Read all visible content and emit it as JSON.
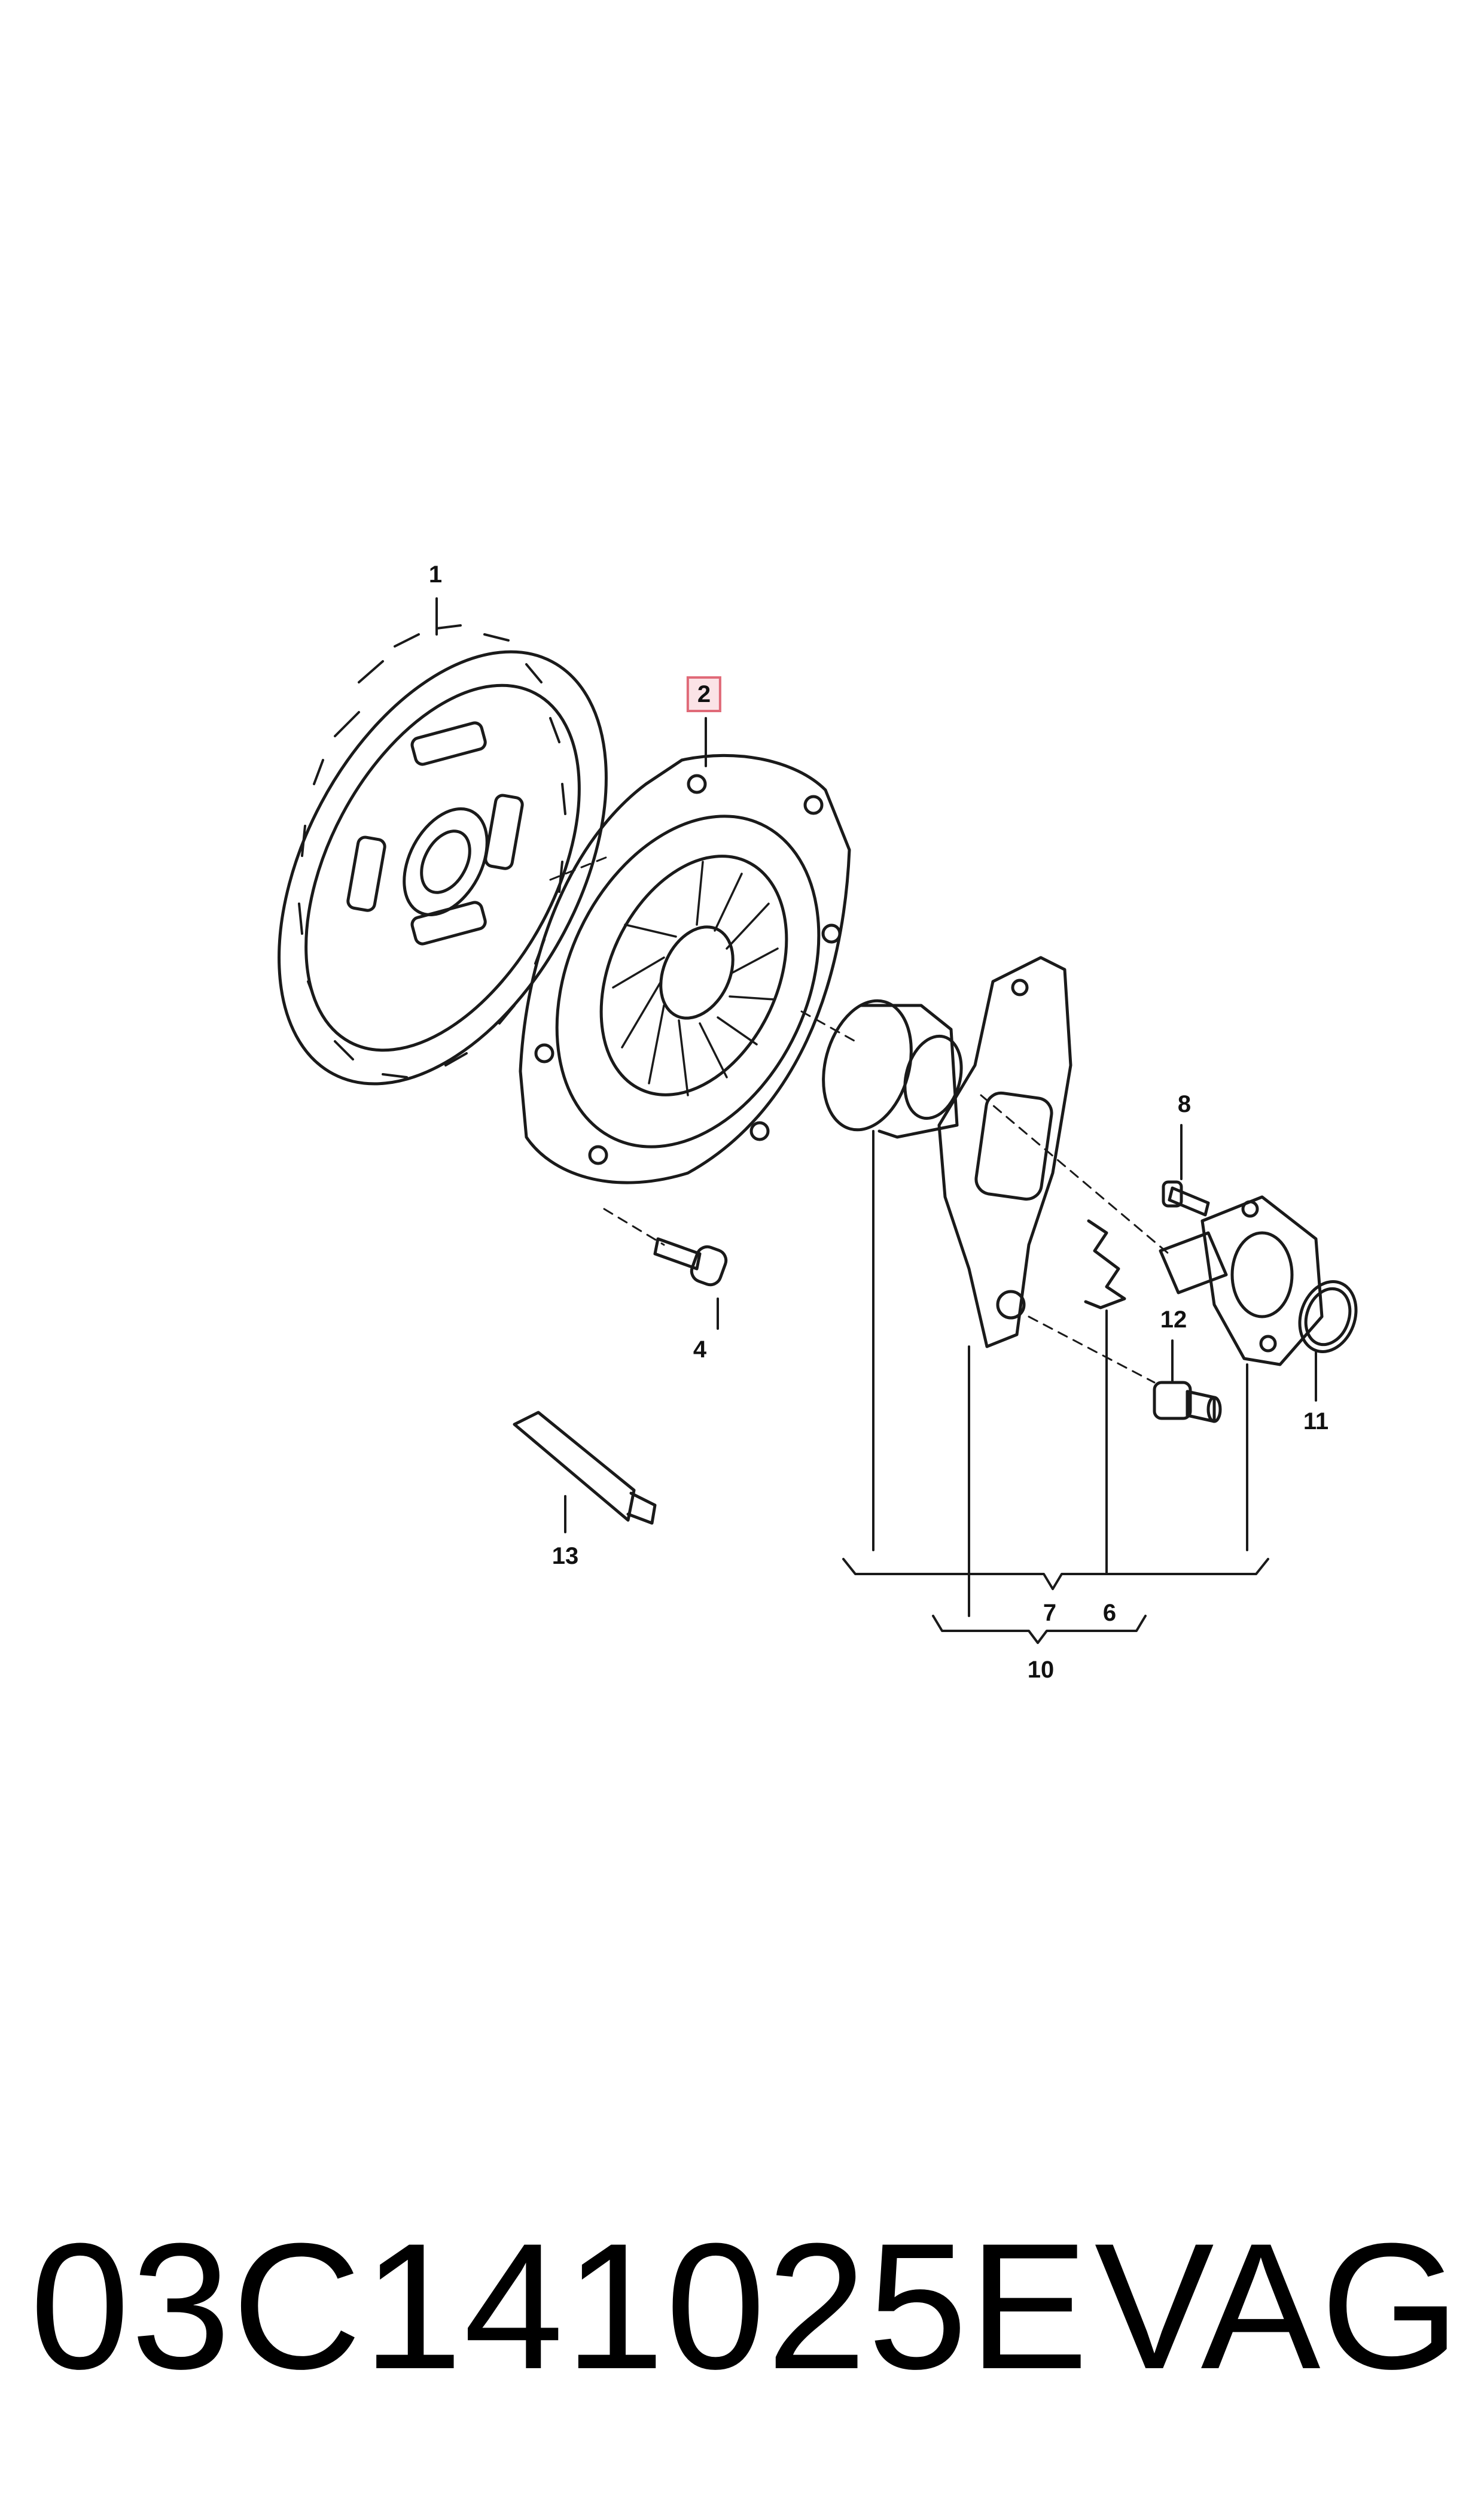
{
  "diagram": {
    "callouts": [
      {
        "id": "1",
        "label": "1",
        "highlighted": false
      },
      {
        "id": "2",
        "label": "2",
        "highlighted": true
      },
      {
        "id": "4",
        "label": "4",
        "highlighted": false
      },
      {
        "id": "6",
        "label": "6",
        "highlighted": false
      },
      {
        "id": "7",
        "label": "7",
        "highlighted": false
      },
      {
        "id": "8",
        "label": "8",
        "highlighted": false
      },
      {
        "id": "10",
        "label": "10",
        "highlighted": false
      },
      {
        "id": "11",
        "label": "11",
        "highlighted": false
      },
      {
        "id": "12",
        "label": "12",
        "highlighted": false
      },
      {
        "id": "13",
        "label": "13",
        "highlighted": false
      }
    ],
    "highlight_color": "#e06a78"
  },
  "footer": {
    "part_number": "03C141025E",
    "brand": "VAG"
  }
}
